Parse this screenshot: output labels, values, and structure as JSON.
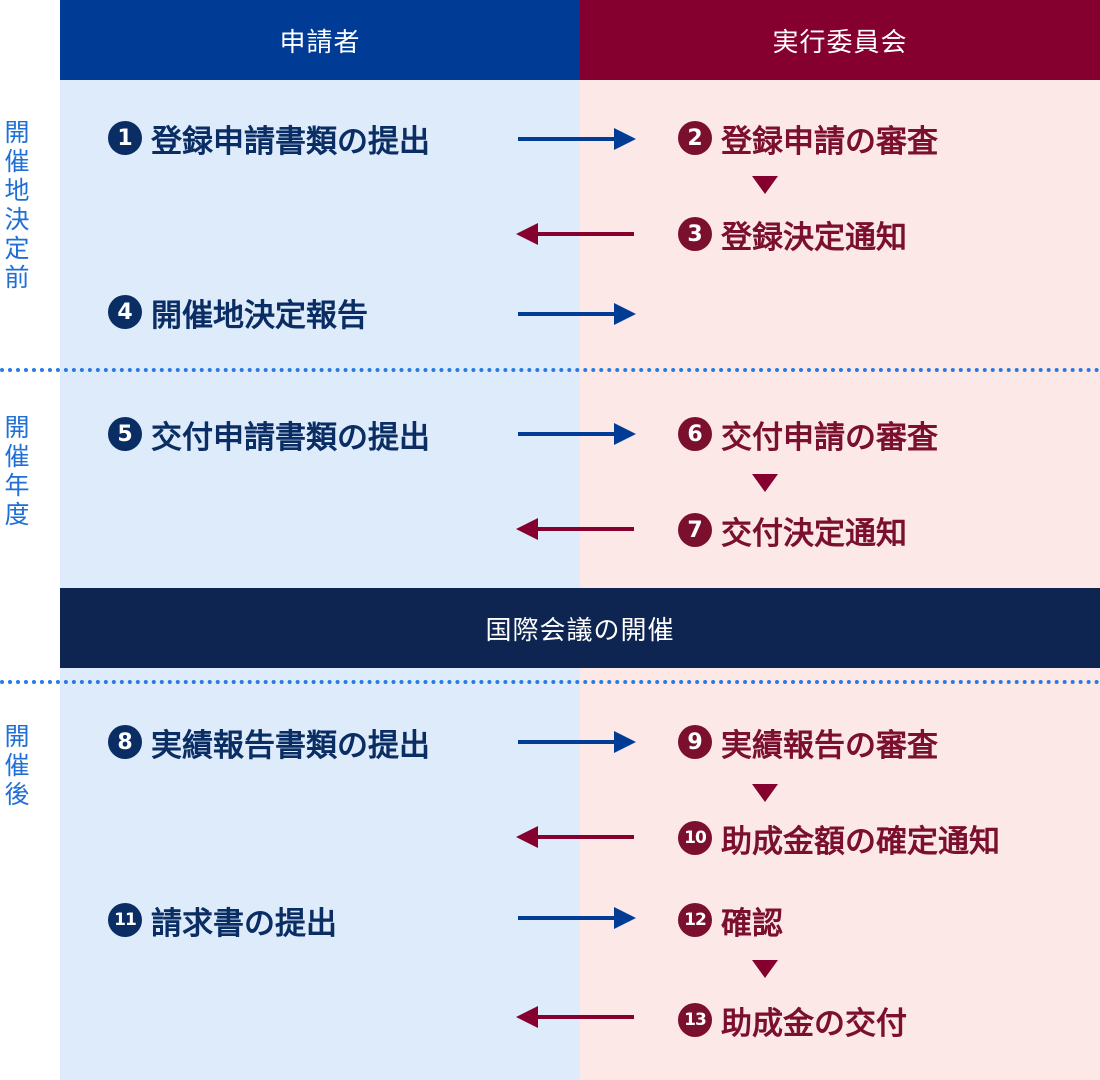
{
  "colors": {
    "applicant": "#003b95",
    "committee": "#85002f",
    "applicant_bg": "#ddebfb",
    "committee_bg": "#fde8e8",
    "bar": "#0d2550",
    "phase_text": "#1f6fd6"
  },
  "header": {
    "applicant": "申請者",
    "committee": "実行委員会"
  },
  "phases": [
    {
      "label": "開催地決定前"
    },
    {
      "label": "開催年度"
    },
    {
      "label": "開催後"
    }
  ],
  "conference_bar": "国際会議の開催",
  "steps": [
    {
      "num": "1",
      "text": "登録申請書類の提出"
    },
    {
      "num": "2",
      "text": "登録申請の審査"
    },
    {
      "num": "3",
      "text": "登録決定通知"
    },
    {
      "num": "4",
      "text": "開催地決定報告"
    },
    {
      "num": "5",
      "text": "交付申請書類の提出"
    },
    {
      "num": "6",
      "text": "交付申請の審査"
    },
    {
      "num": "7",
      "text": "交付決定通知"
    },
    {
      "num": "8",
      "text": "実績報告書類の提出"
    },
    {
      "num": "9",
      "text": "実績報告の審査"
    },
    {
      "num": "10",
      "text": "助成金額の確定通知"
    },
    {
      "num": "11",
      "text": "請求書の提出"
    },
    {
      "num": "12",
      "text": "確認"
    },
    {
      "num": "13",
      "text": "助成金の交付"
    }
  ]
}
